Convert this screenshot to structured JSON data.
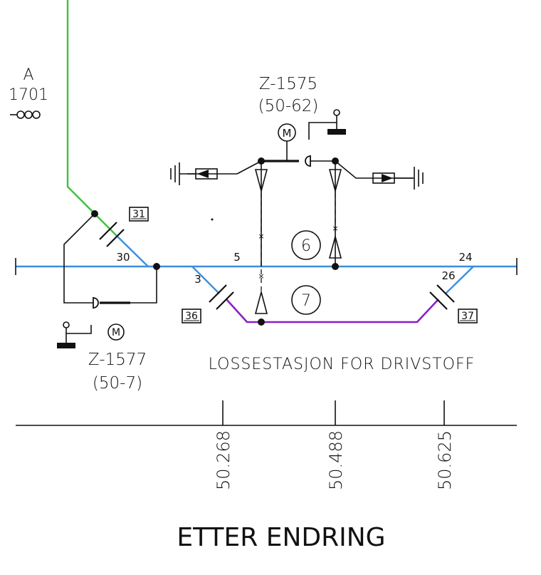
{
  "signal_a": {
    "letter": "A",
    "number": "1701"
  },
  "switch_top": {
    "id": "Z-1575",
    "range": "(50-62)",
    "motor": "M"
  },
  "switch_bottom": {
    "id": "Z-1577",
    "range": "(50-7)",
    "motor": "M"
  },
  "track_labels": {
    "t30": "30",
    "t5": "5",
    "t24": "24",
    "t3": "3",
    "t26": "26"
  },
  "boxes": {
    "b31": "31",
    "b36": "36",
    "b37": "37"
  },
  "circles": {
    "c6": "6",
    "c7": "7"
  },
  "station_label": "LOSSESTASJON FOR DRIVSTOFF",
  "km_markers": [
    "50.268",
    "50.488",
    "50.625"
  ],
  "footer_title": "ETTER ENDRING",
  "colors": {
    "main_track": "#3a8fe0",
    "branch_green": "#3ec13e",
    "siding_purple": "#8a1fc2",
    "ink": "#111111"
  }
}
